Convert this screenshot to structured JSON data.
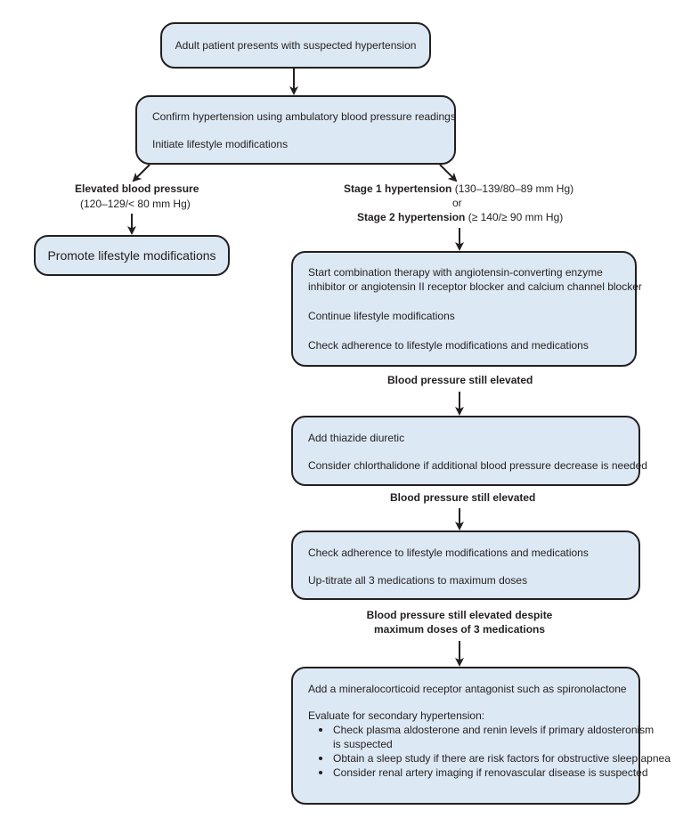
{
  "start": {
    "text": "Adult patient presents with suspected hypertension"
  },
  "confirm": {
    "line1": "Confirm hypertension using ambulatory blood pressure readings",
    "line2": "Initiate lifestyle modifications"
  },
  "elevated_branch": {
    "label": "Elevated blood pressure",
    "range": "(120–129/< 80 mm Hg)",
    "box": "Promote lifestyle modifications"
  },
  "stage_branch": {
    "stage1_label": "Stage 1 hypertension",
    "stage1_range": " (130–139/80–89 mm Hg)",
    "or": "or",
    "stage2_label": "Stage 2 hypertension",
    "stage2_range": " (≥ 140/≥ 90 mm Hg)"
  },
  "step1": {
    "line1": "Start combination therapy with angiotensin-converting enzyme",
    "line2": "inhibitor or angiotensin II receptor blocker and calcium channel blocker",
    "line3": "Continue lifestyle modifications",
    "line4": "Check adherence to lifestyle modifications and medications"
  },
  "still_elevated_1": "Blood pressure still elevated",
  "step2": {
    "line1": "Add thiazide diuretic",
    "line2": "Consider chlorthalidone if additional blood pressure decrease is needed"
  },
  "still_elevated_2": "Blood pressure still elevated",
  "step3": {
    "line1": "Check adherence to lifestyle modifications and medications",
    "line2": "Up-titrate all 3 medications to maximum doses"
  },
  "still_elevated_3": {
    "line1": "Blood pressure still elevated despite",
    "line2": "maximum doses of 3 medications"
  },
  "step4": {
    "line1": "Add a mineralocorticoid receptor antagonist such as spironolactone",
    "line2": "Evaluate for secondary hypertension:",
    "bullets": [
      {
        "a": "Check plasma aldosterone and renin levels if primary aldosteronism",
        "b": "is suspected"
      },
      {
        "a": "Obtain a sleep study if there are risk factors for obstructive sleep apnea",
        "b": ""
      },
      {
        "a": "Consider renal artery imaging if renovascular disease is suspected",
        "b": ""
      }
    ]
  }
}
